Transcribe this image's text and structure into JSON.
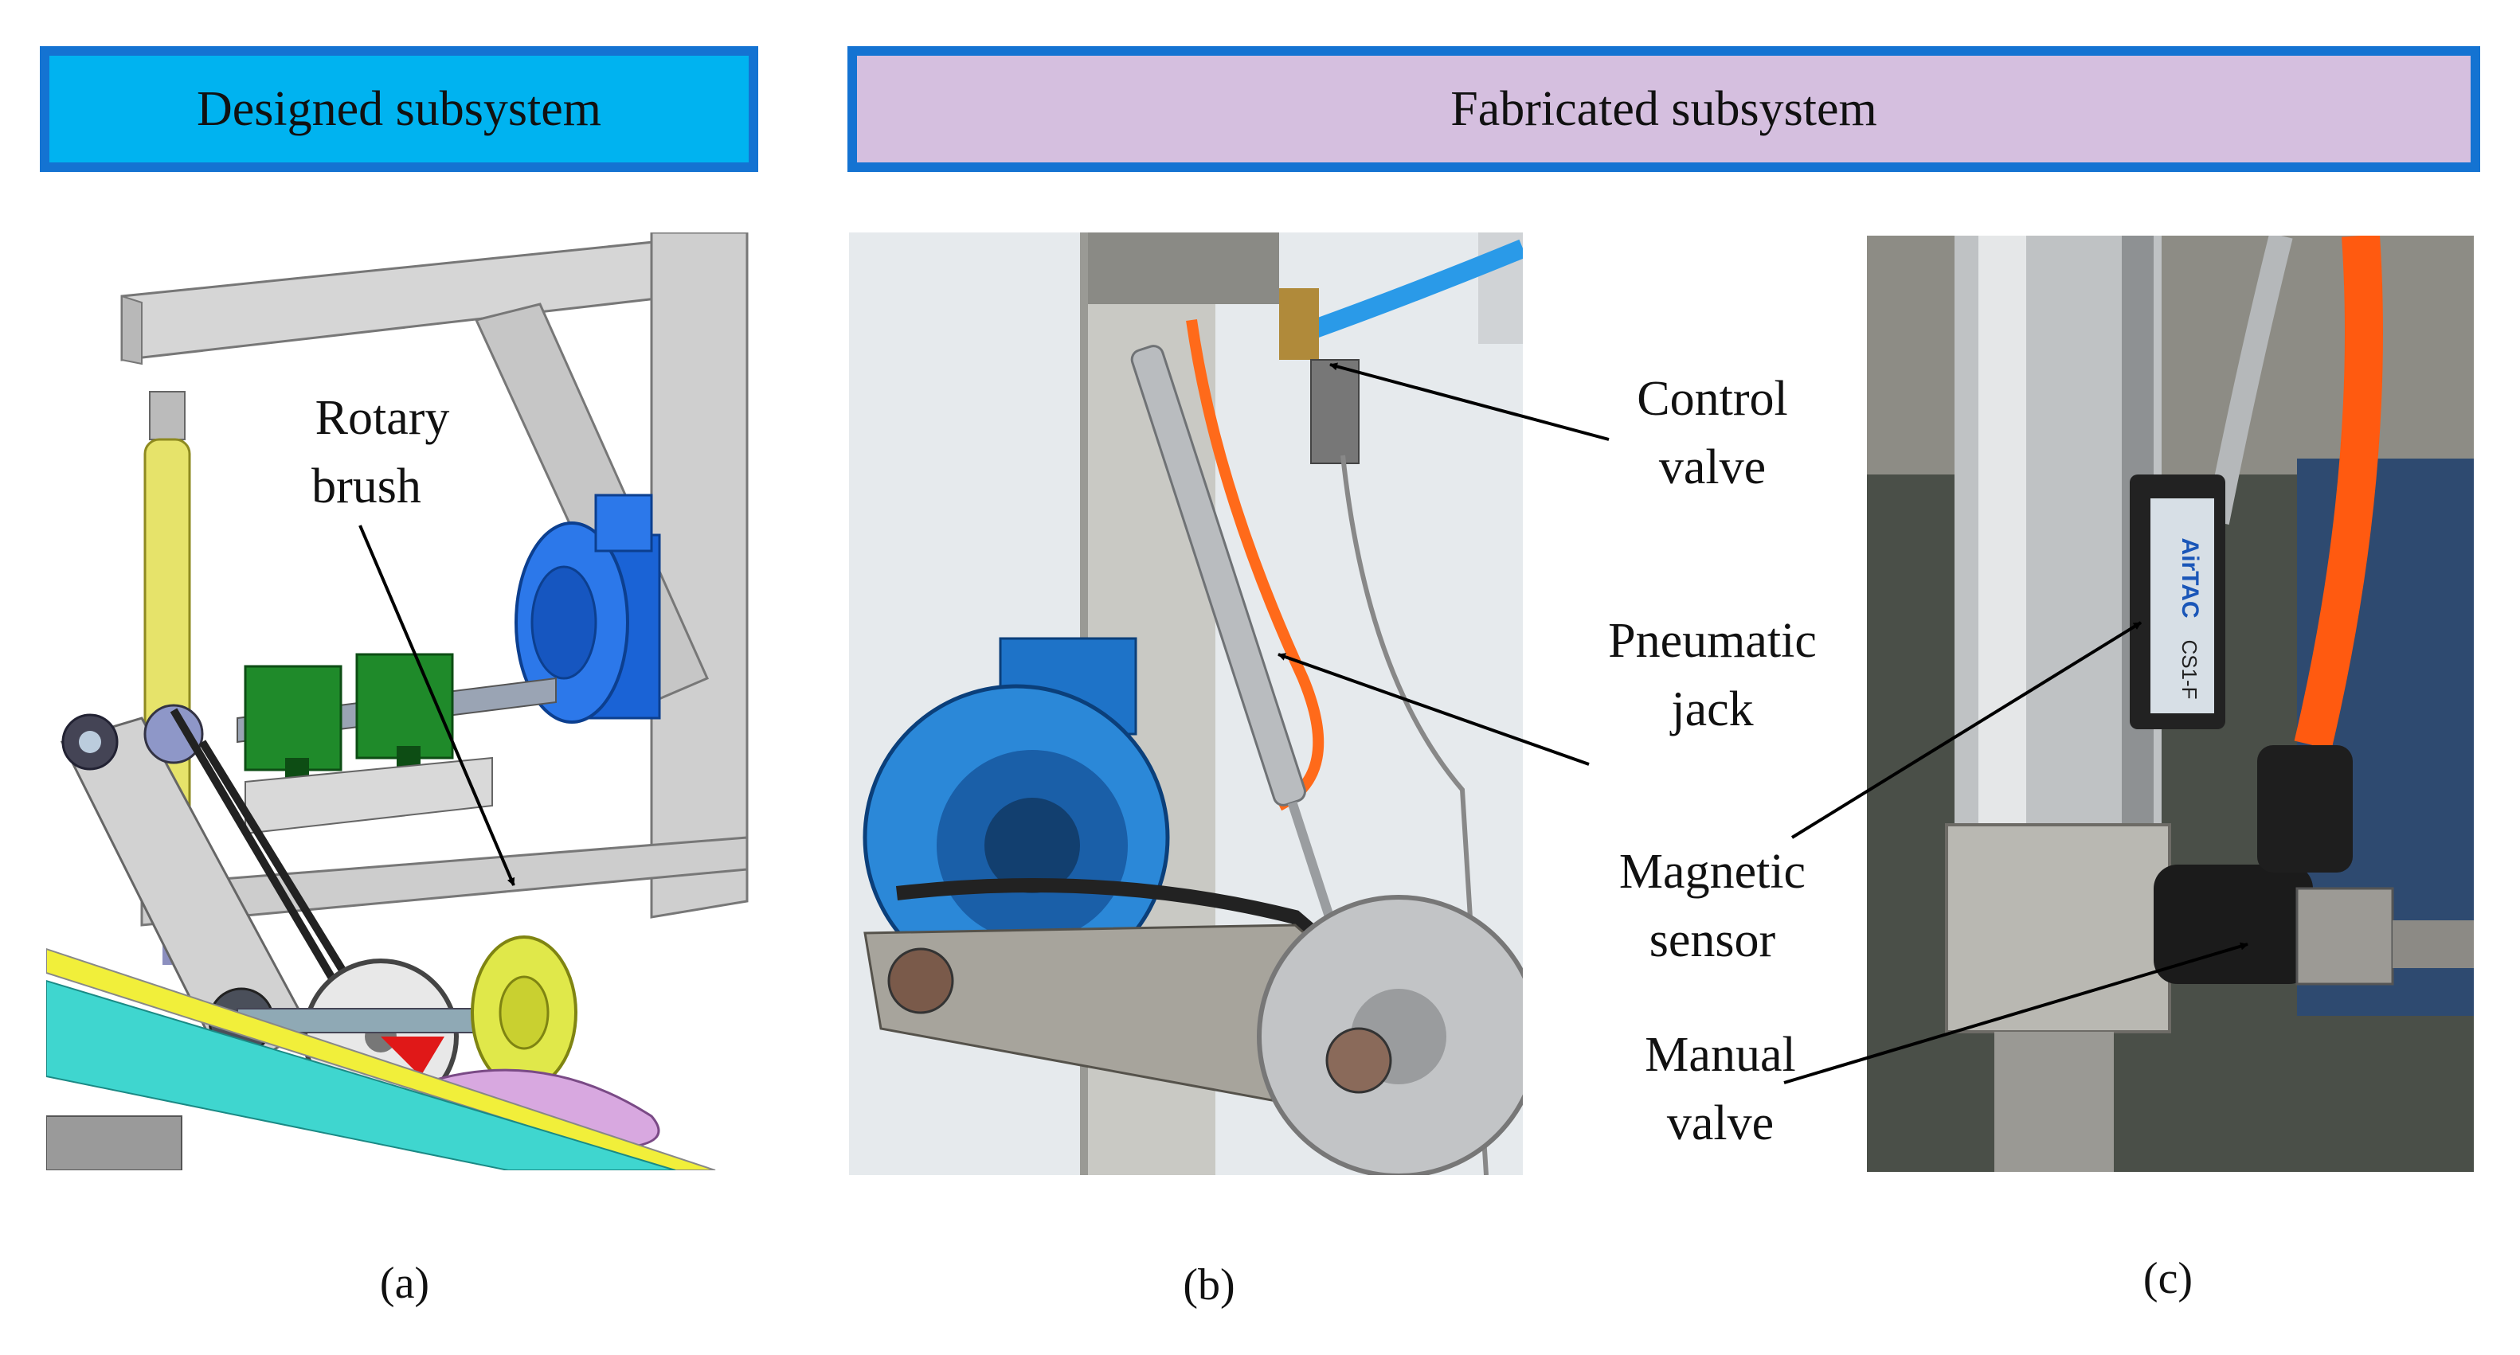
{
  "headers": {
    "designed": "Designed subsystem",
    "fabricated": "Fabricated subsystem"
  },
  "labels": {
    "rotary_brush": [
      "Rotary",
      "brush"
    ],
    "control_valve": [
      "Control",
      "valve"
    ],
    "pneumatic_jack": [
      "Pneumatic",
      "jack"
    ],
    "magnetic_sensor": [
      "Magnetic",
      "sensor"
    ],
    "manual_valve": [
      "Manual",
      "valve"
    ]
  },
  "captions": {
    "a": "(a)",
    "b": "(b)",
    "c": "(c)"
  },
  "sensor_brand": "AirTAC",
  "sensor_model": "CS1-F",
  "colors": {
    "designed_header": "#00b3f0",
    "fabricated_header": "#d5bfdf",
    "header_border": "#1473d2",
    "cylinder": "#e6e36a",
    "bearing": "#1f8a2a",
    "motor": "#1a63d6",
    "brush": "#e0e84a",
    "rail_yellow": "#f1ef3a",
    "rail_teal": "#3fd6cf",
    "tubing": "#ff6a1a"
  }
}
